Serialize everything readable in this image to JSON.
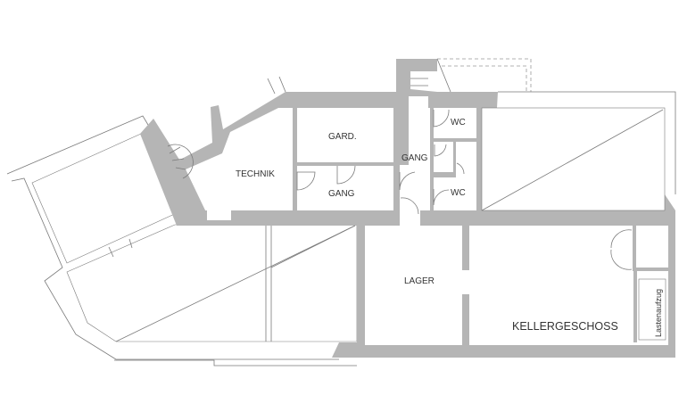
{
  "plan": {
    "title": "KELLERGESCHOSS",
    "rooms": {
      "technik": "TECHNIK",
      "gard": "GARD.",
      "gang_left": "GANG",
      "gang_center": "GANG",
      "wc_top": "WC",
      "wc_bottom": "WC",
      "lager": "LAGER",
      "lastenaufzug": "Lastenaufzug"
    },
    "colors": {
      "wall": "#b5b5b5",
      "line": "#7a7a7a"
    }
  }
}
